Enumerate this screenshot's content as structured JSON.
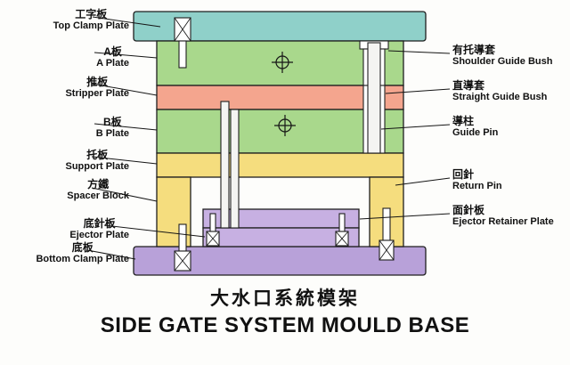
{
  "title": {
    "chinese": "大水口系統模架",
    "english": "SIDE GATE SYSTEM MOULD BASE"
  },
  "left_labels": [
    {
      "cn": "工字板",
      "en": "Top Clamp Plate"
    },
    {
      "cn": "A板",
      "en": "A Plate"
    },
    {
      "cn": "推板",
      "en": "Stripper Plate"
    },
    {
      "cn": "B板",
      "en": "B Plate"
    },
    {
      "cn": "托板",
      "en": "Support Plate"
    },
    {
      "cn": "方鐵",
      "en": "Spacer Block"
    },
    {
      "cn": "底針板",
      "en": "Ejector Plate"
    },
    {
      "cn": "底板",
      "en": "Bottom Clamp Plate"
    }
  ],
  "right_labels": [
    {
      "cn": "有托導套",
      "en": "Shoulder Guide Bush"
    },
    {
      "cn": "直導套",
      "en": "Straight Guide Bush"
    },
    {
      "cn": "導柱",
      "en": "Guide Pin"
    },
    {
      "cn": "回針",
      "en": "Return Pin"
    },
    {
      "cn": "面針板",
      "en": "Ejector Retainer Plate"
    }
  ],
  "colors": {
    "top_clamp_plate": "#8fd0c9",
    "a_plate": "#a9d88c",
    "stripper_plate": "#f4a58e",
    "b_plate": "#a9d88c",
    "support_plate": "#f5dd7e",
    "spacer_block": "#f5dd7e",
    "ejector_retainer_plate": "#c7b0e2",
    "ejector_plate": "#c7b0e2",
    "bottom_clamp_plate": "#b8a1d9",
    "outline": "#1f1f1f"
  }
}
